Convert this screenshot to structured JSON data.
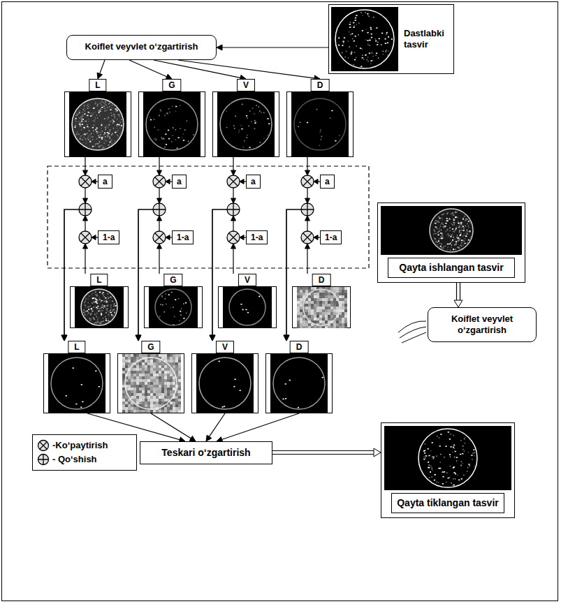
{
  "diagram": {
    "nodes": [
      {
        "text": [
          "Dastlabki tasvir"
        ]
      },
      {
        "text": [
          "Koiflet veyvlet o‘zgartirish"
        ]
      },
      {
        "text": [
          "L"
        ]
      },
      {
        "text": [
          "G"
        ]
      },
      {
        "text": [
          "V"
        ]
      },
      {
        "text": [
          "D"
        ]
      },
      {
        "text": [
          "a"
        ]
      },
      {
        "text": [
          "a"
        ]
      },
      {
        "text": [
          "a"
        ]
      },
      {
        "text": [
          "a"
        ]
      },
      {
        "text": [
          "Qayta ishlangan tasvir"
        ]
      },
      {
        "text": [
          "1-a"
        ]
      },
      {
        "text": [
          "1-a"
        ]
      },
      {
        "text": [
          "1-a"
        ]
      },
      {
        "text": [
          "1-a"
        ]
      },
      {
        "text": [
          "L"
        ]
      },
      {
        "text": [
          "G"
        ]
      },
      {
        "text": [
          "V"
        ]
      },
      {
        "text": [
          "D"
        ]
      },
      {
        "text": [
          "Koiflet veyvlet o‘zgartirish"
        ]
      },
      {
        "text": [
          "L"
        ]
      },
      {
        "text": [
          "G"
        ]
      },
      {
        "text": [
          "V"
        ]
      },
      {
        "text": [
          "D"
        ]
      },
      {
        "text": [
          "Teskari o‘zgartirish"
        ]
      },
      {
        "text": [
          "Qayta tiklangan tasvir"
        ]
      }
    ],
    "edges": [
      {
        "from": 0,
        "to": 1,
        "arrow": "to"
      },
      {
        "from": 1,
        "to": 2,
        "arrow": "to"
      },
      {
        "from": 1,
        "to": 3,
        "arrow": "to"
      },
      {
        "from": 1,
        "to": 4,
        "arrow": "to"
      },
      {
        "from": 1,
        "to": 5,
        "arrow": "to"
      },
      {
        "from": 2,
        "to": 20,
        "arrow": "to"
      },
      {
        "from": 15,
        "to": 20,
        "arrow": "to"
      },
      {
        "from": 3,
        "to": 21,
        "arrow": "to"
      },
      {
        "from": 16,
        "to": 21,
        "arrow": "to"
      },
      {
        "from": 4,
        "to": 22,
        "arrow": "to"
      },
      {
        "from": 17,
        "to": 22,
        "arrow": "to"
      },
      {
        "from": 5,
        "to": 23,
        "arrow": "to"
      },
      {
        "from": 18,
        "to": 23,
        "arrow": "to"
      },
      {
        "from": 10,
        "to": 19,
        "arrow": "to"
      },
      {
        "from": 20,
        "to": 24,
        "arrow": "to"
      },
      {
        "from": 21,
        "to": 24,
        "arrow": "to"
      },
      {
        "from": 22,
        "to": 24,
        "arrow": "to"
      },
      {
        "from": 23,
        "to": 24,
        "arrow": "to"
      },
      {
        "from": 24,
        "to": 25,
        "arrow": "to"
      }
    ],
    "legend": [
      {
        "text": "-Ko‘paytirish"
      },
      {
        "text": "- Qo‘shish"
      }
    ]
  }
}
